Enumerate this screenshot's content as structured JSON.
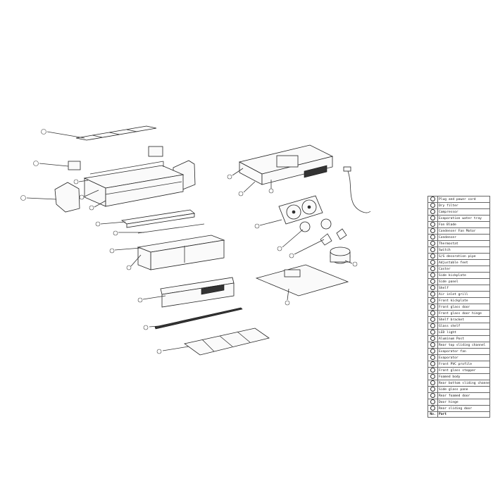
{
  "parts_table": {
    "header": {
      "no": "No.",
      "part": "Part"
    },
    "rows": [
      "Plug and power cord",
      "Dry filter",
      "Compressor",
      "Evaporation water tray",
      "Fan Blade",
      "Condenser Fan Motor",
      "Condenser",
      "Thermostat",
      "Switch",
      "S/S decoration pipe",
      "Adjustable feet",
      "Caster",
      "Side kickplate",
      "Side panel",
      "Shelf",
      "Air inlet grill",
      "Front kickplate",
      "Front glass door",
      "Front glass door hinge",
      "Shelf bracket",
      "Glass shelf",
      "LED light",
      "Aluminum Post",
      "Rear top sliding channel",
      "Evaporator fan",
      "Evaporator",
      "Front PVC profile",
      "Front glass stopper",
      "Foamed body",
      "Rear bottom sliding channel",
      "Side glass pane",
      "Rear foamed door",
      "Door hinge",
      "Rear sliding door"
    ]
  }
}
